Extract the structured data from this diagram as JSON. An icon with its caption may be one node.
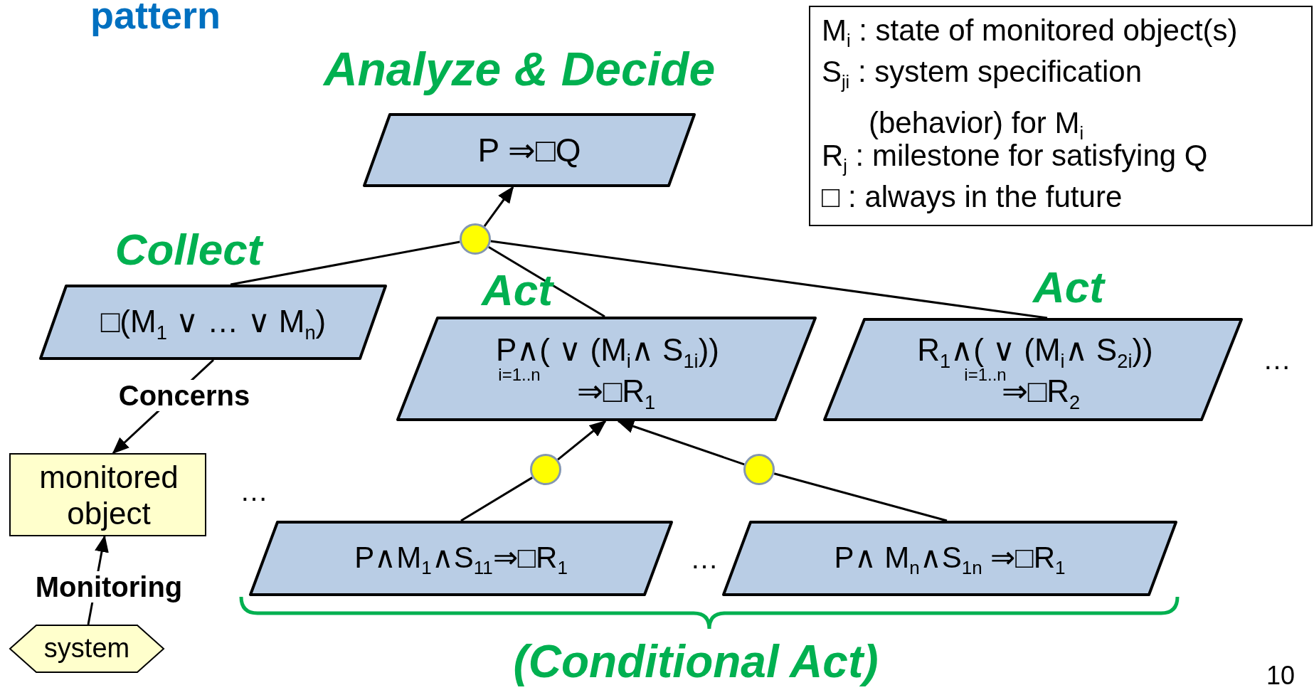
{
  "diagram": {
    "title": "pattern",
    "nodes": [
      {
        "text": [
          "Analyze & Decide",
          "P ⇒□Q"
        ]
      },
      {
        "text": [],
        "shape": "circle"
      },
      {
        "text": [
          "Collect",
          "□(M$_{1}$ ∨ … ∨ M$_{n}$)"
        ]
      },
      {
        "text": [
          "Act",
          "P∧( ∨ (M$_{i}$∧ S$_{1i}$))",
          "i=1..n",
          "⇒□R$_{1}$"
        ]
      },
      {
        "text": [
          "Act",
          "R$_{1}$∧( ∨ (M$_{i}$∧ S$_{2i}$))",
          "i=1..n",
          "⇒□R$_{2}$"
        ]
      },
      {
        "text": [
          "monitored object"
        ]
      },
      {
        "text": [
          "system"
        ]
      },
      {
        "text": [],
        "shape": "circle"
      },
      {
        "text": [],
        "shape": "circle"
      },
      {
        "text": [
          "P∧M$_{1}$∧S$_{11}$⇒□R$_{1}$"
        ]
      },
      {
        "text": [
          "P∧ M$_{n}$∧S$_{1n}$ ⇒□R$_{1}$"
        ]
      }
    ],
    "edges": [
      {
        "from": 1,
        "to": 0,
        "arrow": "to"
      },
      {
        "from": 2,
        "to": 1,
        "arrow": "none"
      },
      {
        "from": 3,
        "to": 1,
        "arrow": "none"
      },
      {
        "from": 4,
        "to": 1,
        "arrow": "none"
      },
      {
        "from": 2,
        "to": 5,
        "arrow": "to",
        "label": "Concerns"
      },
      {
        "from": 6,
        "to": 5,
        "arrow": "to",
        "label": "Monitoring"
      },
      {
        "from": 7,
        "to": 3,
        "arrow": "to"
      },
      {
        "from": 9,
        "to": 7,
        "arrow": "none"
      },
      {
        "from": 8,
        "to": 3,
        "arrow": "to"
      },
      {
        "from": 10,
        "to": 8,
        "arrow": "none"
      }
    ],
    "labels": [
      "M$_{i}$ : state of monitored object(s)",
      "S$_{ji}$ : system specification (behavior) for M$_{i}$",
      "R$_{j}$ : milestone for satisfying Q",
      "□ : always in the future",
      "…",
      "…",
      "…",
      "(Conditional Act)",
      "10"
    ]
  }
}
